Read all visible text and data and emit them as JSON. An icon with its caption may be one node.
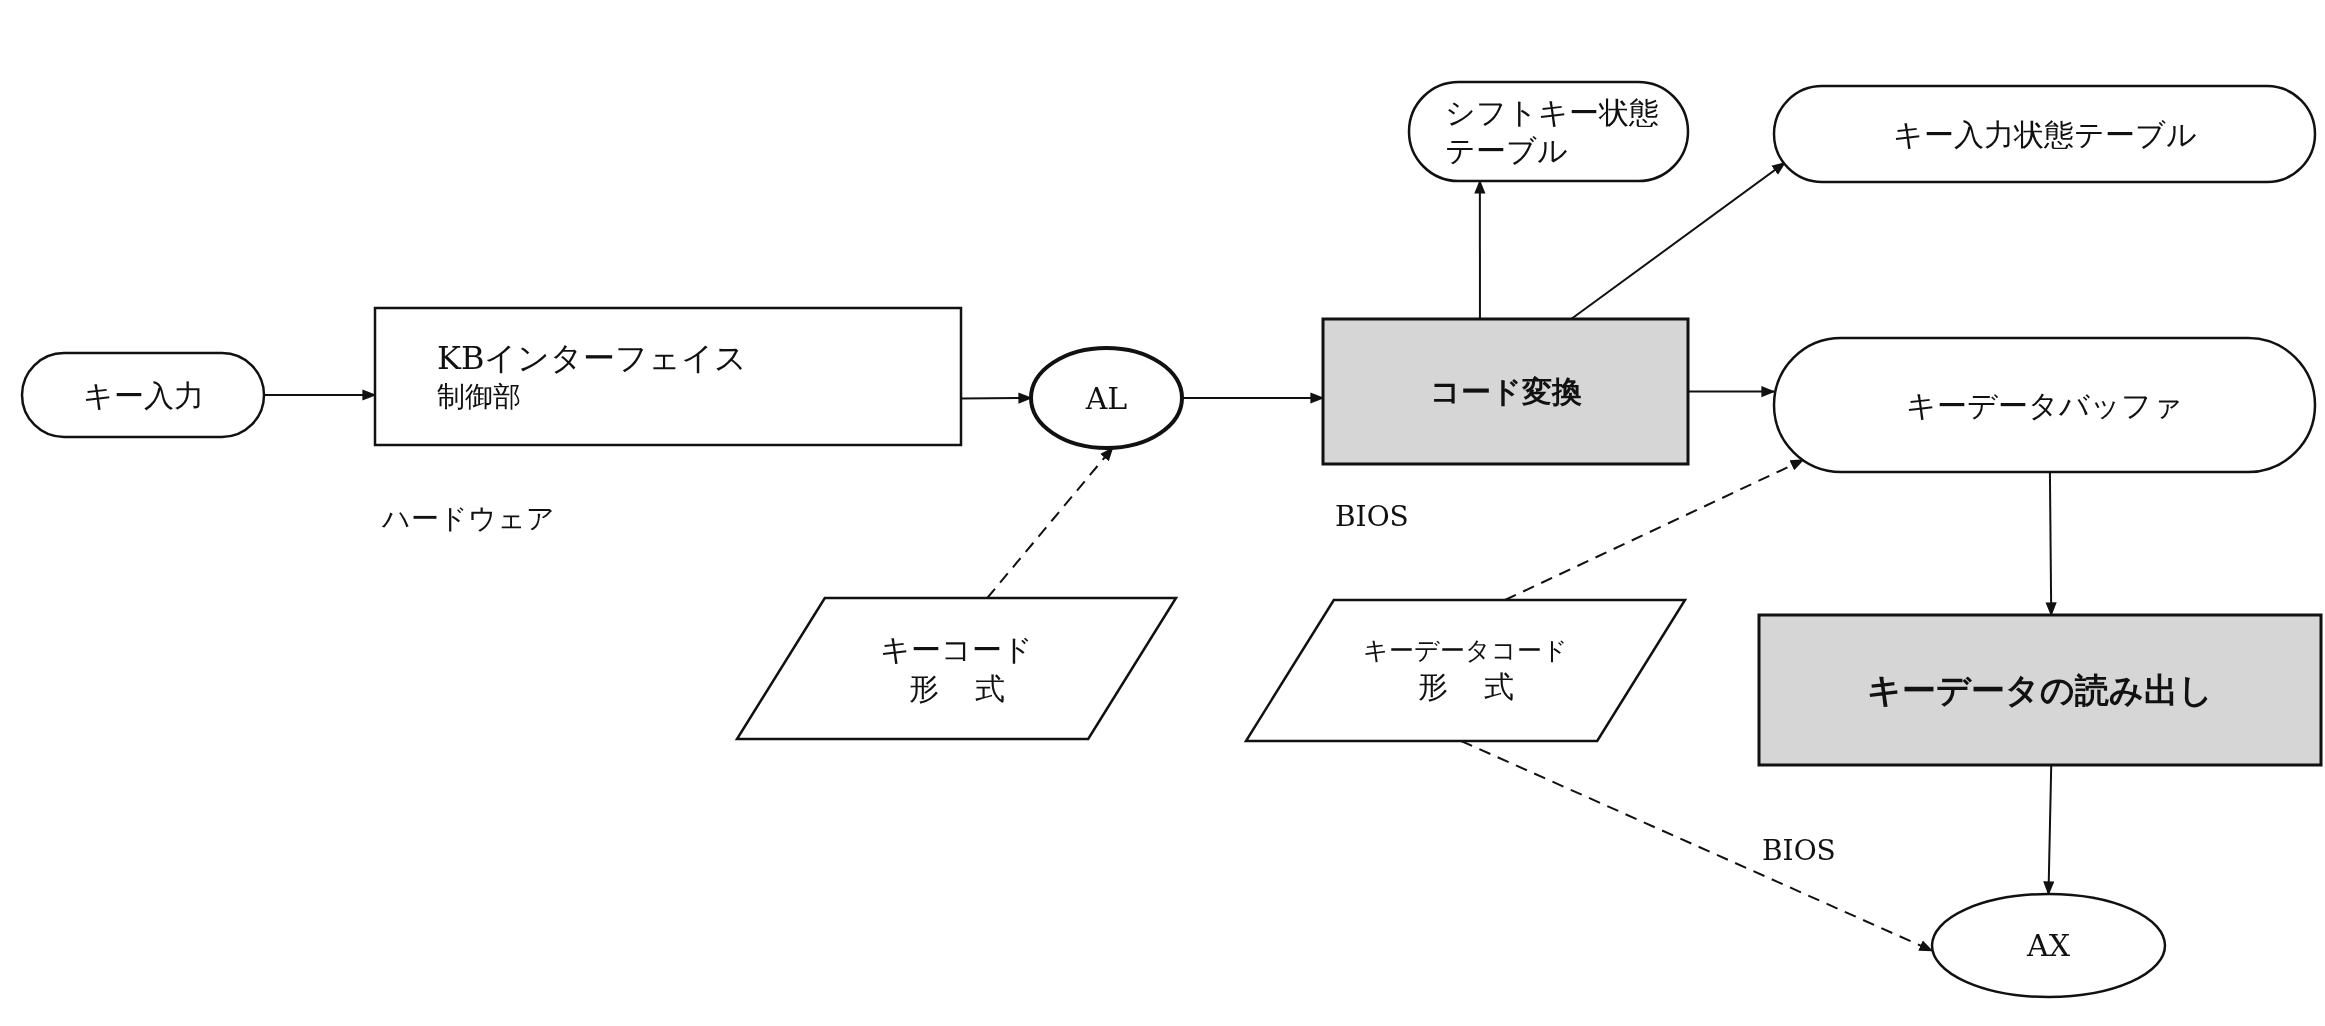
{
  "diagram": {
    "nodes": [
      {
        "text": [
          "キー入力"
        ]
      },
      {
        "text": [
          "KBインターフェイス",
          "制御部"
        ],
        "beside": [
          "ハードウェア"
        ]
      },
      {
        "text": [
          "AL"
        ]
      },
      {
        "text": [
          "コード変換"
        ],
        "beside": [
          "BIOS"
        ]
      },
      {
        "text": [
          "シフトキー状態テーブル"
        ]
      },
      {
        "text": [
          "キー入力状態テーブル"
        ]
      },
      {
        "text": [
          "キーデータバッファ"
        ]
      },
      {
        "text": [
          "キーデータの読み出し"
        ],
        "beside": [
          "BIOS"
        ]
      },
      {
        "text": [
          "キーコード",
          "形式"
        ]
      },
      {
        "text": [
          "キーデータコード",
          "形式"
        ]
      },
      {
        "text": [
          "AX"
        ]
      }
    ],
    "edges": [
      {
        "from": 0,
        "to": 1,
        "arrow": "to"
      },
      {
        "from": 1,
        "to": 2,
        "arrow": "to"
      },
      {
        "from": 2,
        "to": 3,
        "arrow": "to"
      },
      {
        "from": 3,
        "to": 4,
        "arrow": "to"
      },
      {
        "from": 3,
        "to": 5,
        "arrow": "to"
      },
      {
        "from": 3,
        "to": 6,
        "arrow": "to"
      },
      {
        "from": 6,
        "to": 7,
        "arrow": "to"
      },
      {
        "from": 7,
        "to": 10,
        "arrow": "to"
      },
      {
        "from": 8,
        "to": 2,
        "arrow": "to",
        "style": "dashed"
      },
      {
        "from": 9,
        "to": 6,
        "arrow": "to",
        "style": "dashed"
      },
      {
        "from": 9,
        "to": 10,
        "arrow": "to",
        "style": "dashed"
      }
    ]
  }
}
